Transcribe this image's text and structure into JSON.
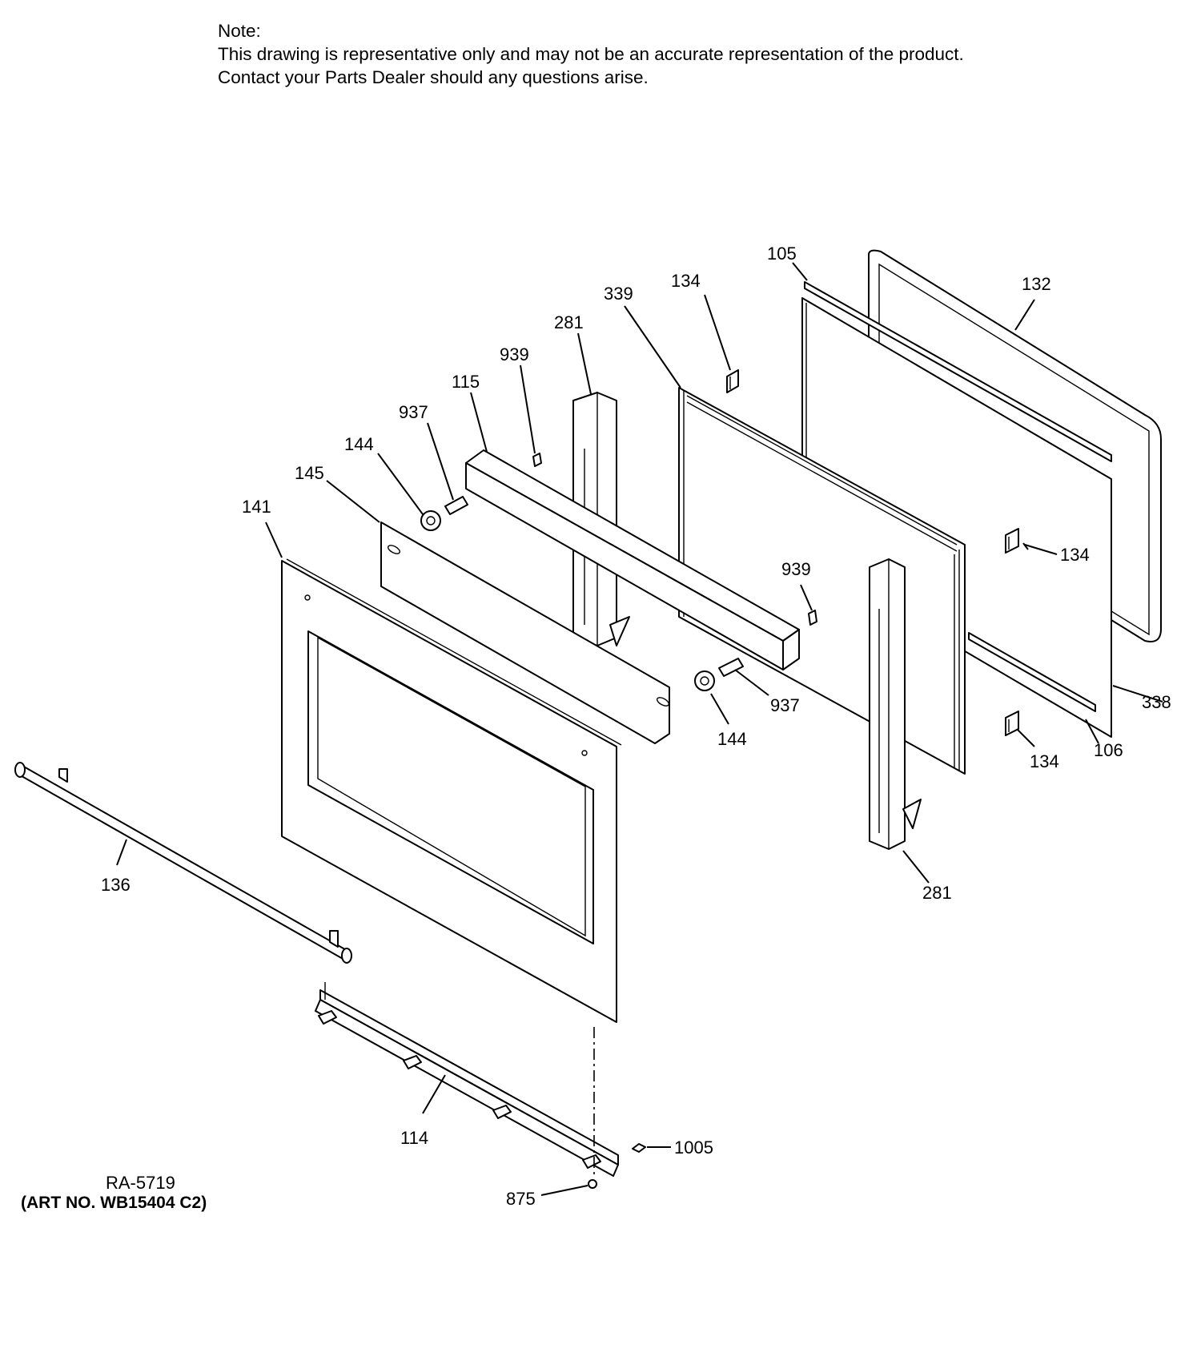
{
  "note": {
    "heading": "Note:",
    "line1": "This drawing is representative only and may not be an accurate representation of the product.",
    "line2": "Contact your Parts Dealer should any questions arise."
  },
  "callouts": {
    "c105": "105",
    "c132": "132",
    "c134_top": "134",
    "c339": "339",
    "c281_top": "281",
    "c939_left": "939",
    "c115": "115",
    "c937_left": "937",
    "c144_left": "144",
    "c145": "145",
    "c141": "141",
    "c134_mid": "134",
    "c939_right": "939",
    "c338": "338",
    "c937_right": "937",
    "c106": "106",
    "c144_right": "144",
    "c134_low": "134",
    "c136": "136",
    "c281_low": "281",
    "c114": "114",
    "c1005": "1005",
    "c875": "875"
  },
  "footer": {
    "ref": "RA-5719",
    "art_no": "(ART NO. WB15404 C2)"
  }
}
